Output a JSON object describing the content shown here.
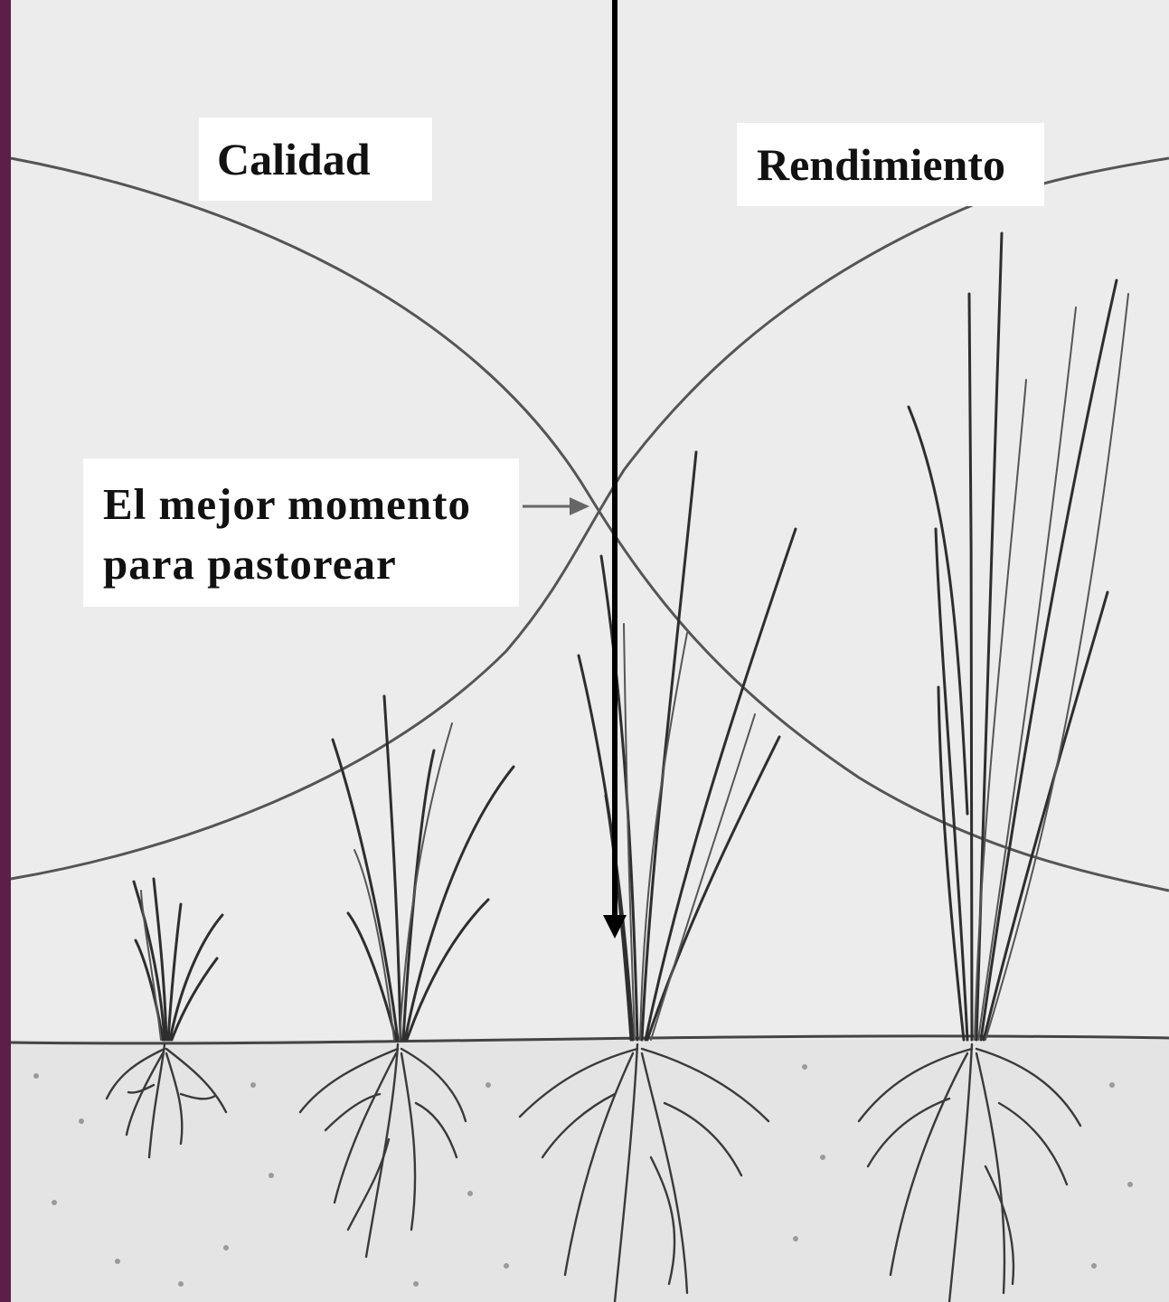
{
  "labels": {
    "quality": "Calidad",
    "yield": "Rendimiento",
    "best_time_line1": "El mejor momento",
    "best_time_line2": "para pastorear"
  },
  "colors": {
    "background": "#ececec",
    "soil": "#e4e4e4",
    "left_border": "#5c1f4a",
    "line": "#555555",
    "arrow": "#000000",
    "label_background": "#ffffff"
  },
  "icons": [
    "grass-plant-icon",
    "roots-icon",
    "pointer-arrow-icon",
    "down-arrow-icon"
  ]
}
